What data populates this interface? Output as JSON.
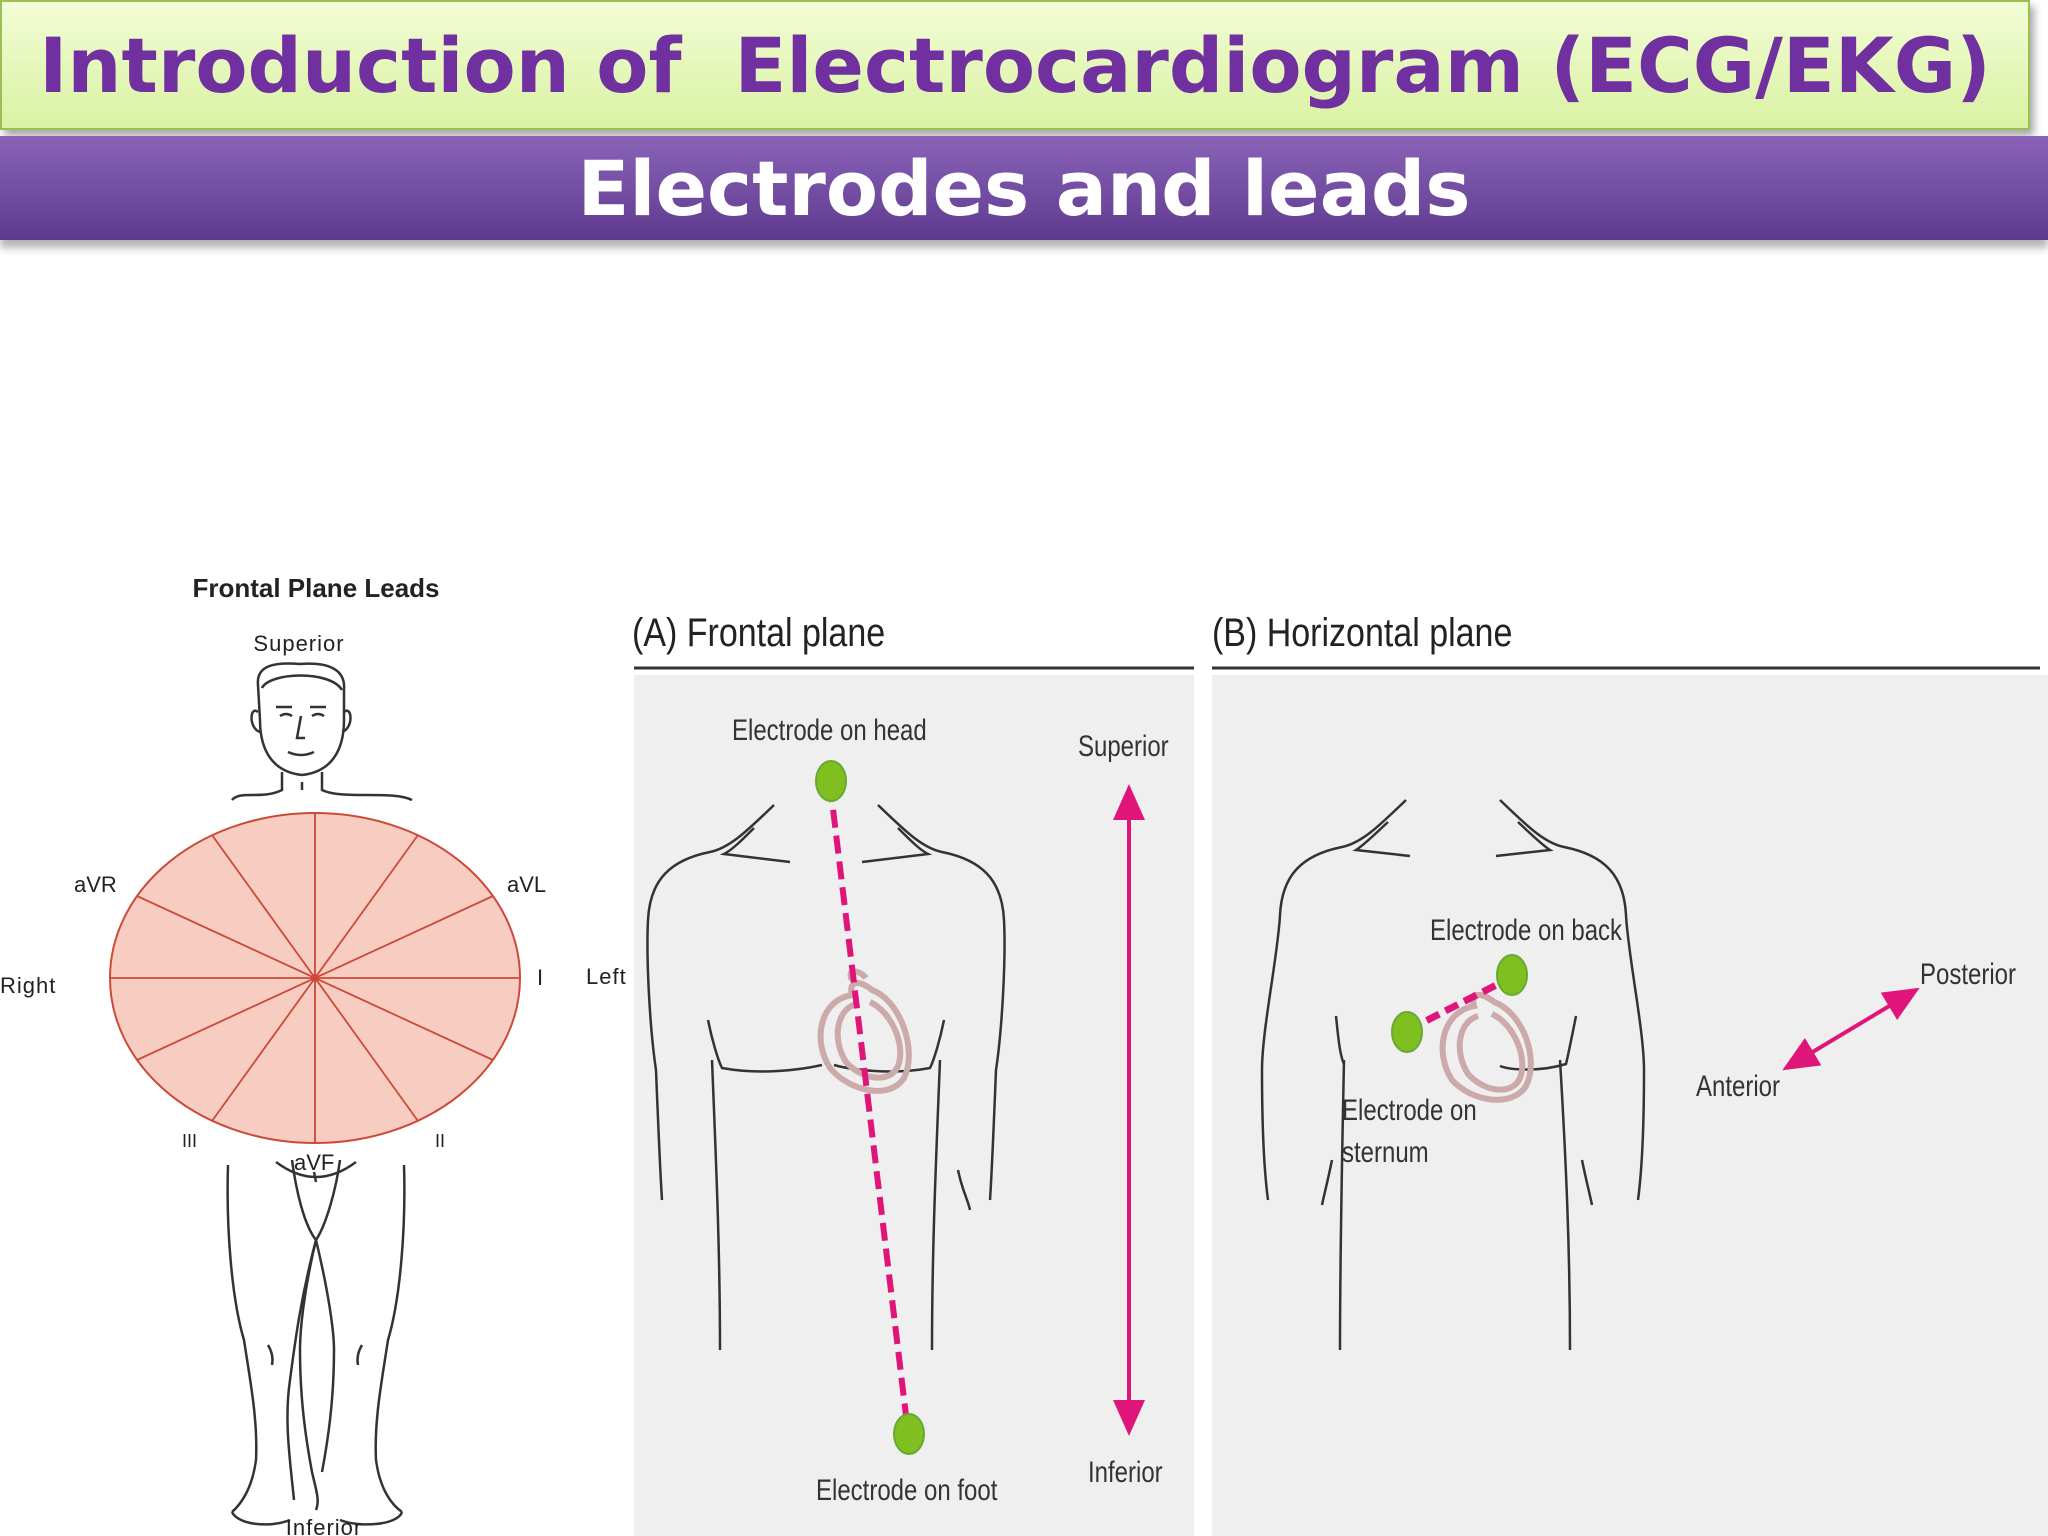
{
  "slide": {
    "title": "Introduction of  Electrocardiogram (ECG/EKG)",
    "subtitle": "Electrodes and leads",
    "colors": {
      "title_text": "#7030a0",
      "title_bg": "#d9f2a2",
      "subtitle_bg": "#6b479e",
      "accent_arrow": "#e0157a",
      "electrode": "#7fbf1f"
    }
  },
  "frontal_leads_figure": {
    "heading": "Frontal Plane Leads",
    "superior": "Superior",
    "inferior": "Inferior",
    "right": "Right",
    "left": "Left",
    "leads": {
      "avr": "aVR",
      "avl": "aVL",
      "avf": "aVF",
      "i": "I",
      "ii": "II",
      "iii": "III"
    }
  },
  "panel_a": {
    "heading": "(A) Frontal plane",
    "electrode_head": "Electrode on head",
    "electrode_foot": "Electrode on foot",
    "superior": "Superior",
    "inferior": "Inferior"
  },
  "panel_b": {
    "heading": "(B) Horizontal plane",
    "electrode_back": "Electrode on back",
    "electrode_sternum_line1": "Electrode on",
    "electrode_sternum_line2": "sternum",
    "posterior": "Posterior",
    "anterior": "Anterior"
  }
}
